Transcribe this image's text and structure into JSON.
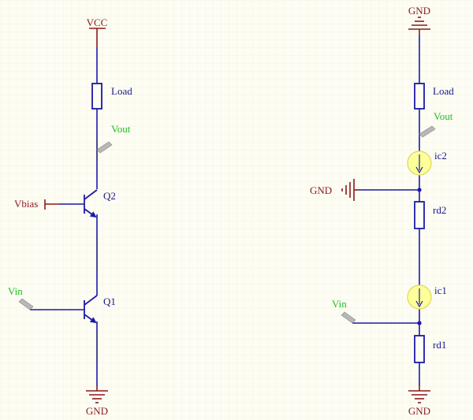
{
  "colors": {
    "background": "#fdfdf3",
    "grid": "#ecece0",
    "wire": "#1a1aa8",
    "power": "#8b1a1a",
    "net_label": "#22bb22",
    "component_label": "#1a1a8b",
    "source_fill": "#ffff99",
    "probe": "#999999"
  },
  "left_circuit": {
    "vcc": "VCC",
    "load": "Load",
    "vout": "Vout",
    "vbias": "Vbias",
    "q2": "Q2",
    "vin": "Vin",
    "q1": "Q1",
    "gnd": "GND"
  },
  "right_circuit": {
    "gnd_top": "GND",
    "load": "Load",
    "vout": "Vout",
    "ic2": "ic2",
    "gnd_side": "GND",
    "rd2": "rd2",
    "ic1": "ic1",
    "vin": "Vin",
    "rd1": "rd1",
    "gnd_bottom": "GND"
  }
}
